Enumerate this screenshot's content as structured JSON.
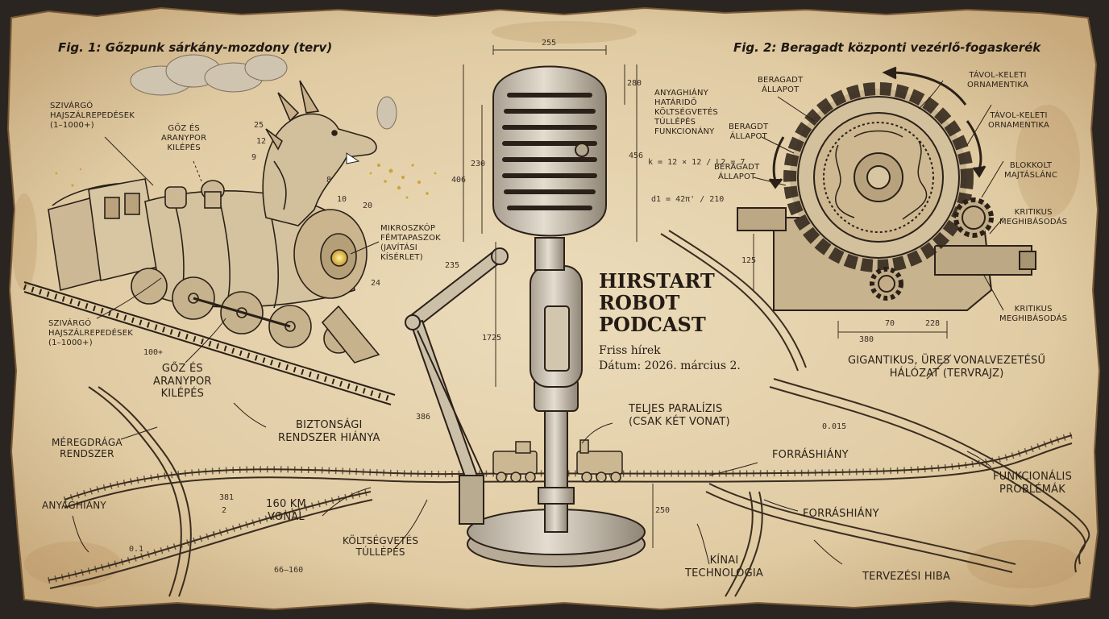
{
  "colors": {
    "paper": "#e6d6b4",
    "paper_dark": "#c9b08a",
    "ink": "#2b2118",
    "burn": "#6b4a2a",
    "brass": "#d8b84a"
  },
  "icons": [
    "microphone-icon",
    "steam-locomotive-icon",
    "dragon-head-icon",
    "gear-icon",
    "dragon-ornament-icon",
    "railway-track-icon",
    "toy-train-icon"
  ],
  "figures": {
    "fig1_title": "Fig. 1: Gőzpunk sárkány-mozdony (terv)",
    "fig2_title": "Fig. 2: Beragadt központi vezérlő-fogaskerék"
  },
  "podcast": {
    "title": "HIRSTART\nROBOT\nPODCAST",
    "subtitle": "Friss hírek",
    "date": "Dátum: 2026. március 2."
  },
  "labels": {
    "hairline_cracks_top": "Szivárgó\nhajszálrepedések\n(1–1000+)",
    "steam_gold_top": "Gőz és\naranypor\nkilépés",
    "microscope_patch": "Mikroszkóp\nfémtapaszok\n(javítási\nkísérlet)",
    "hairline_cracks_bottom": "Szivárgó\nhajszálrepedések\n(1–1000+)",
    "steam_gold_bottom": "Gőz és\naranypor\nkilépés",
    "costly_system": "Méregdrága\nrendszer",
    "no_safety": "Biztonsági\nrendszer  hiánya",
    "material_shortage_left": "Anyaghiány",
    "line_160": "160 km\nvonal",
    "budget_overrun_bottom": "Költségvetés\ntúllépés",
    "paralysis": "Teljes paralízis\n(csak két vonat)",
    "chinese_tech": "Kínai\ntechnológia",
    "mic_notes": "Anyaghiány\nhatáridő\nköltségvetés\ntúllépés\nfunkcionány",
    "stuck_1": "Beragadt\nállapot",
    "stuck_2": "Beragdt\nállapot",
    "stuck_3": "Beragadt\nállapot",
    "far_east_1": "Távol-keleti\nornamentika",
    "far_east_2": "Távol-keleti\nornamentika",
    "blocked_chain": "Blokkolt\nmajtáslánc",
    "critical_failure_1": "Kritikus\nmeghibásodás",
    "critical_failure_2": "Kritikus\nmeghibásodás",
    "empty_network": "Gigantikus, üres vonalvezetésű\nhálózat (tervrajz)",
    "resource_shortage_1": "Forráshiány",
    "resource_shortage_2": "Forráshiány",
    "functional_problems": "Funkcionális\nproblémák",
    "design_error": "Tervezési hiba"
  },
  "dimensions": {
    "d255": "255",
    "d280": "280",
    "d230": "230",
    "d406": "406",
    "d456": "456",
    "d235": "235",
    "d1725": "1725",
    "d386": "386",
    "d250": "250",
    "d125": "125",
    "d380": "380",
    "d70": "70",
    "d228": "228",
    "d100": "100+",
    "d66_160": "66–160",
    "d381": "381",
    "d2": "2",
    "d01": "0.1",
    "d0015": "0.015",
    "d25": "25",
    "d12": "12",
    "d9": "9",
    "d8": "8",
    "d10": "10",
    "d20": "20",
    "d24": "24",
    "formula_k": "k = 12 × 12 / L2 = 7",
    "formula_d": "d1 = 42π' / 210"
  }
}
